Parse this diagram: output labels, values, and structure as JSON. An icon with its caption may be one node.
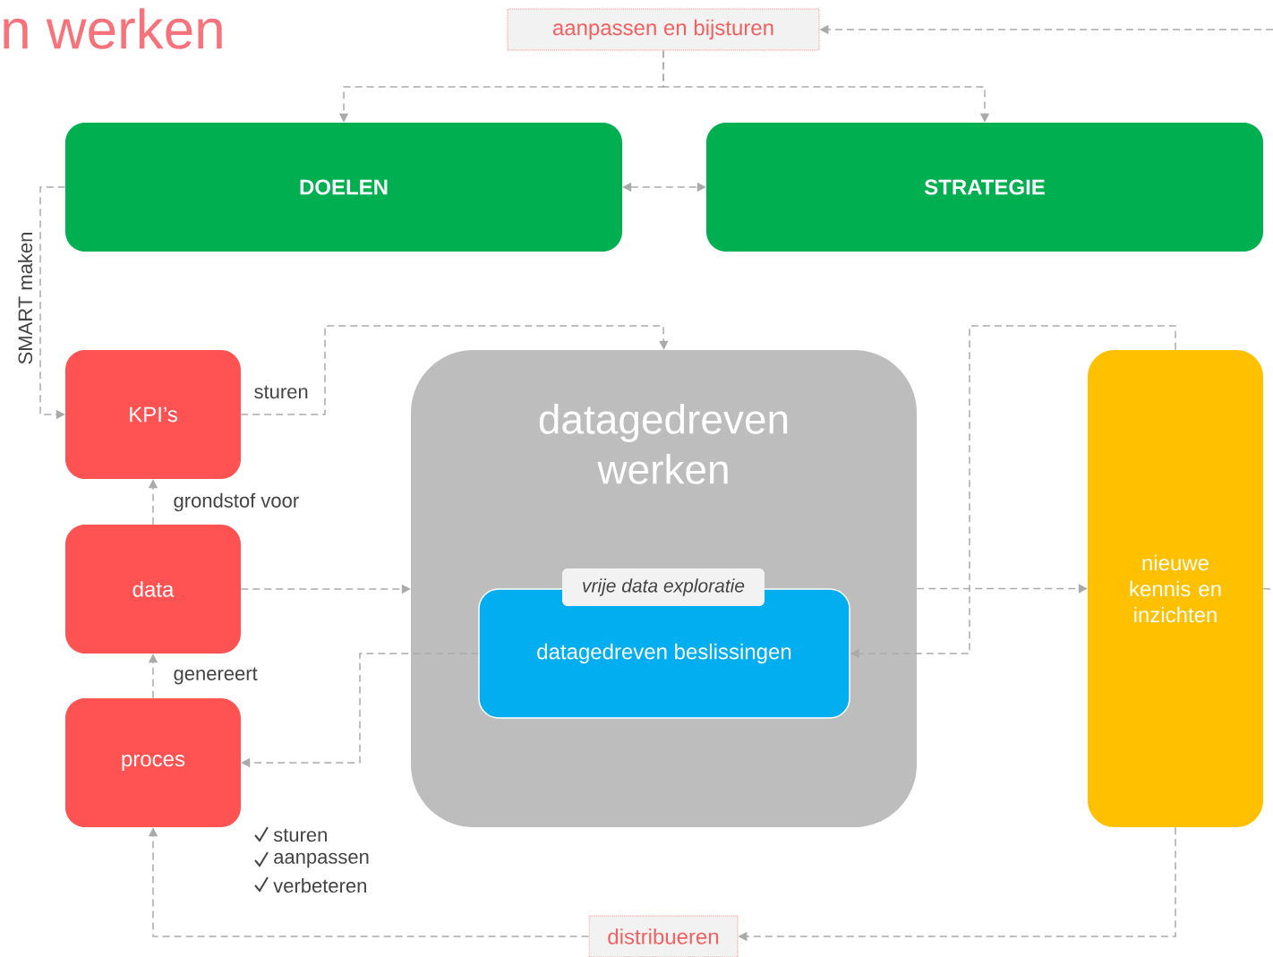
{
  "diagram": {
    "title": "n werken",
    "nodes": [
      {
        "text": [
          "aanpassen en bijsturen"
        ]
      },
      {
        "text": [
          "DOELEN"
        ]
      },
      {
        "text": [
          "STRATEGIE"
        ]
      },
      {
        "text": [
          "KPI’s"
        ]
      },
      {
        "text": [
          "data"
        ]
      },
      {
        "text": [
          "proces"
        ]
      },
      {
        "text": [
          "datagedreven werken"
        ]
      },
      {
        "text": [
          "vrije data exploratie"
        ],
        "in": 6
      },
      {
        "text": [
          "datagedreven beslissingen"
        ],
        "in": 6
      },
      {
        "text": [
          "nieuwe kennis en inzichten"
        ]
      },
      {
        "text": [
          "distribueren"
        ]
      }
    ],
    "edges": [
      {
        "from": null,
        "to": 0,
        "arrow": "to",
        "style": "dashed"
      },
      {
        "from": 0,
        "to": 1,
        "arrow": "to",
        "style": "dashed"
      },
      {
        "from": 0,
        "to": 2,
        "arrow": "to",
        "style": "dashed"
      },
      {
        "from": 1,
        "to": 2,
        "arrow": "both",
        "style": "dashed"
      },
      {
        "from": 1,
        "to": 3,
        "arrow": "to",
        "label": "SMART maken",
        "style": "dashed"
      },
      {
        "from": 3,
        "to": 6,
        "arrow": "to",
        "label": "sturen",
        "style": "dashed"
      },
      {
        "from": 4,
        "to": 3,
        "arrow": "to",
        "label": "grondstof voor",
        "style": "dashed"
      },
      {
        "from": 5,
        "to": 4,
        "arrow": "to",
        "label": "genereert",
        "style": "dashed"
      },
      {
        "from": 4,
        "to": 6,
        "arrow": "to",
        "style": "dashed"
      },
      {
        "from": 8,
        "to": 5,
        "arrow": "to",
        "style": "dashed"
      },
      {
        "from": 6,
        "to": 9,
        "arrow": "to",
        "style": "dashed"
      },
      {
        "from": 9,
        "to": 8,
        "arrow": "to",
        "style": "dashed"
      },
      {
        "from": 9,
        "to": 10,
        "arrow": "to",
        "style": "dashed"
      },
      {
        "from": 10,
        "to": 5,
        "arrow": "to",
        "style": "dashed"
      },
      {
        "from": 9,
        "to": null,
        "arrow": "none",
        "style": "dashed"
      }
    ],
    "labels": [
      "sturen",
      "aanpassen",
      "verbeteren"
    ]
  }
}
